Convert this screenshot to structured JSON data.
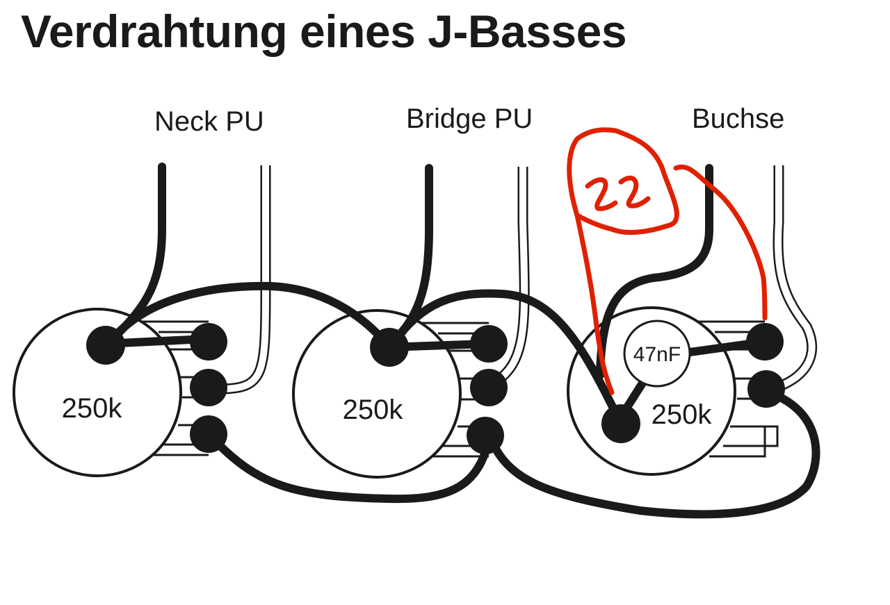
{
  "title": "Verdrahtung eines J-Basses",
  "labels": {
    "neck": "Neck PU",
    "bridge": "Bridge PU",
    "jack": "Buchse"
  },
  "pots": [
    {
      "id": "neck-volume",
      "value": "250k"
    },
    {
      "id": "bridge-volume",
      "value": "250k"
    },
    {
      "id": "tone",
      "value": "250k"
    }
  ],
  "capacitor": {
    "value": "47nF"
  },
  "annotation": {
    "text": "22",
    "color": "#e02000"
  },
  "colors": {
    "wire": "#1a1a1a",
    "background": "#ffffff"
  }
}
